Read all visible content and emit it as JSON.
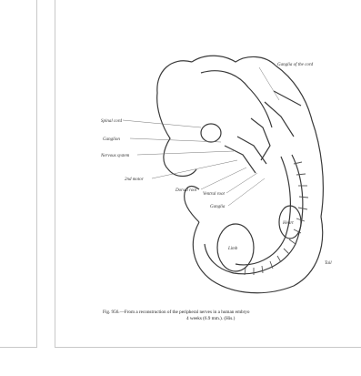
{
  "figure": {
    "labels": {
      "spinal": "Spinal cord",
      "ganglion": "Ganglion",
      "nervous": "Nervous system",
      "second_motor": "2nd motor ",
      "dorsal_root": "Dorsal root",
      "ventral_root": "Ventral root",
      "ganglia": "Ganglia",
      "top_right": "Ganglia of the cord",
      "limb": "Limb",
      "heart": "Heart",
      "tail": "Tail"
    },
    "caption_line1": "Fig. 956.—From a reconstruction of the peripheral nerves in a human embryo",
    "caption_line2": "4 weeks (6.9 mm.). (His.)"
  }
}
